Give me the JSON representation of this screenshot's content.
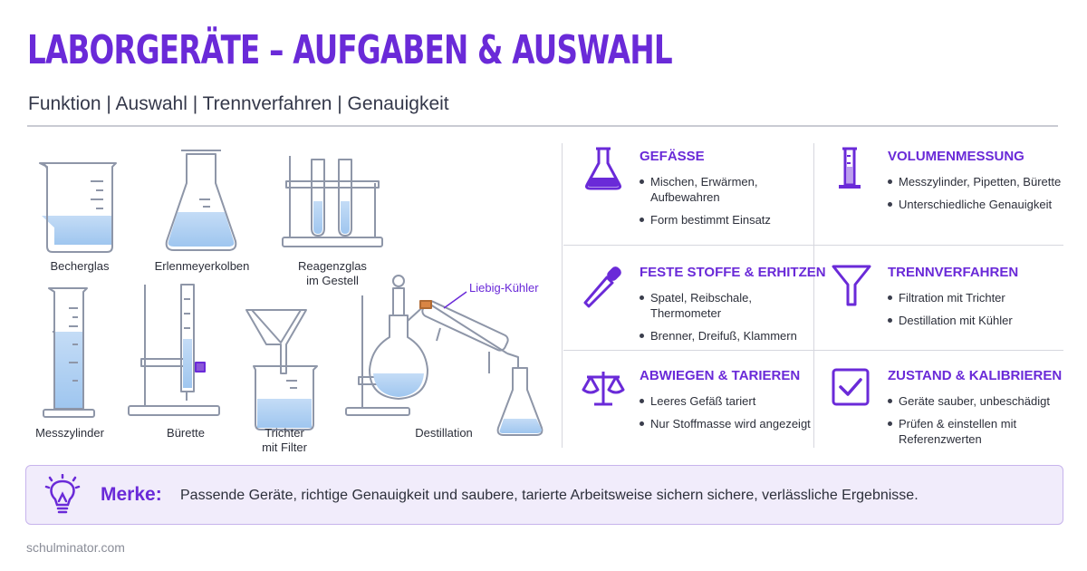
{
  "title": "LABORGERÄTE – AUFGABEN & AUSWAHL",
  "subtitle": "Funktion | Auswahl | Trennverfahren | Genauigkeit",
  "equipment": {
    "becherglas": "Becherglas",
    "erlenmeyer": "Erlenmeyerkolben",
    "reagenzglas_line1": "Reagenzglas",
    "reagenzglas_line2": "im Gestell",
    "messzylinder": "Messzylinder",
    "buerette": "Bürette",
    "trichter_line1": "Trichter",
    "trichter_line2": "mit Filter",
    "destillation": "Destillation",
    "liebig": "Liebig-Kühler"
  },
  "categories": [
    {
      "title": "GEFÄSSE",
      "icon": "flask-icon",
      "items": [
        "Mischen, Erwärmen, Aufbewahren",
        "Form bestimmt Einsatz"
      ]
    },
    {
      "title": "VOLUMENMESSUNG",
      "icon": "cylinder-icon",
      "items": [
        "Messzylinder, Pipetten, Bürette",
        "Unterschiedliche Genauigkeit"
      ]
    },
    {
      "title": "FESTE STOFFE & ERHITZEN",
      "icon": "pipette-icon",
      "items": [
        "Spatel, Reibschale, Thermometer",
        "Brenner, Dreifuß, Klammern"
      ]
    },
    {
      "title": "TRENNVERFAHREN",
      "icon": "funnel-icon",
      "items": [
        "Filtration mit Trichter",
        "Destillation mit Kühler"
      ]
    },
    {
      "title": "ABWIEGEN & TARIEREN",
      "icon": "scale-icon",
      "items": [
        "Leeres Gefäß tariert",
        "Nur Stoffmasse wird angezeigt"
      ]
    },
    {
      "title": "ZUSTAND & KALIBRIEREN",
      "icon": "checkbox-icon",
      "items": [
        "Geräte sauber, unbeschädigt",
        "Prüfen & einstellen mit Referenzwerten"
      ]
    }
  ],
  "merke": {
    "label": "Merke:",
    "text": "Passende Geräte, richtige Genauigkeit und saubere, tarierte Arbeitsweise sichern sichere, verlässliche Ergebnisse."
  },
  "footer": "schulminator.com",
  "colors": {
    "accent": "#6a2ad8",
    "liquid": "#a9cdf2",
    "glass": "#8e96a8",
    "box": "#f1ecfb"
  }
}
